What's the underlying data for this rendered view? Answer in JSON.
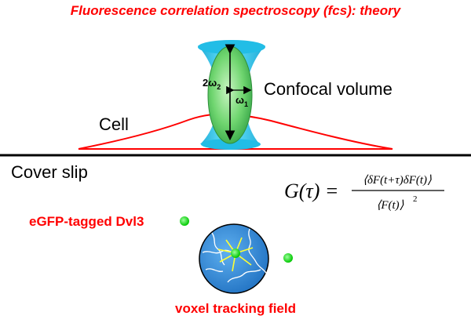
{
  "title": "Fluorescence correlation spectroscopy (fcs): theory",
  "labels": {
    "confocal_volume": "Confocal volume",
    "cell": "Cell",
    "cover_slip": "Cover slip",
    "egfp": "eGFP-tagged Dvl3",
    "voxel": "voxel tracking field"
  },
  "symbols": {
    "omega": "ω",
    "two_omega": "2ω",
    "sub_one": "1",
    "sub_two": "2"
  },
  "equation": {
    "lhs": "G(τ) =",
    "numerator": "⟨δF(t+τ)δF(t)⟩",
    "denominator": "⟨F(t)⟩",
    "exponent": "2"
  },
  "colors": {
    "title": "#ff0000",
    "cell_outline": "#ff0000",
    "confocal_cyan": "#2bd0f2",
    "ellipsoid_green": "#63d26a",
    "particle_green": "#00e000",
    "voxel_blue": "#2f86d6",
    "track_yellow": "#ffff33"
  }
}
